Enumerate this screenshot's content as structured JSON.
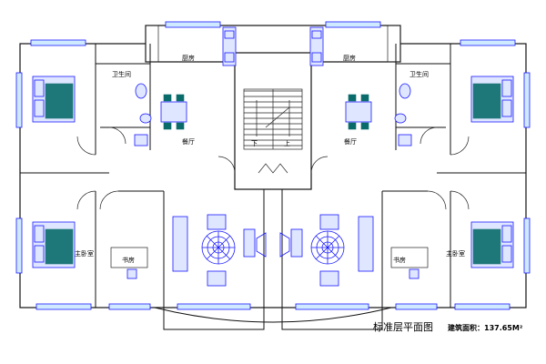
{
  "rooms": {
    "kitchen_left": "厨房",
    "kitchen_right": "厨房",
    "bath_left": "卫生间",
    "bath_right": "卫生间",
    "dining_left": "餐厅",
    "dining_right": "餐厅",
    "master_left": "主卧室",
    "master_right": "主卧室",
    "study_left": "书房",
    "study_right": "书房"
  },
  "stairs": {
    "down_left": "下",
    "up_right": "上"
  },
  "footer": {
    "title": "标准层平面图",
    "area": "建筑面积：137.65M²"
  }
}
